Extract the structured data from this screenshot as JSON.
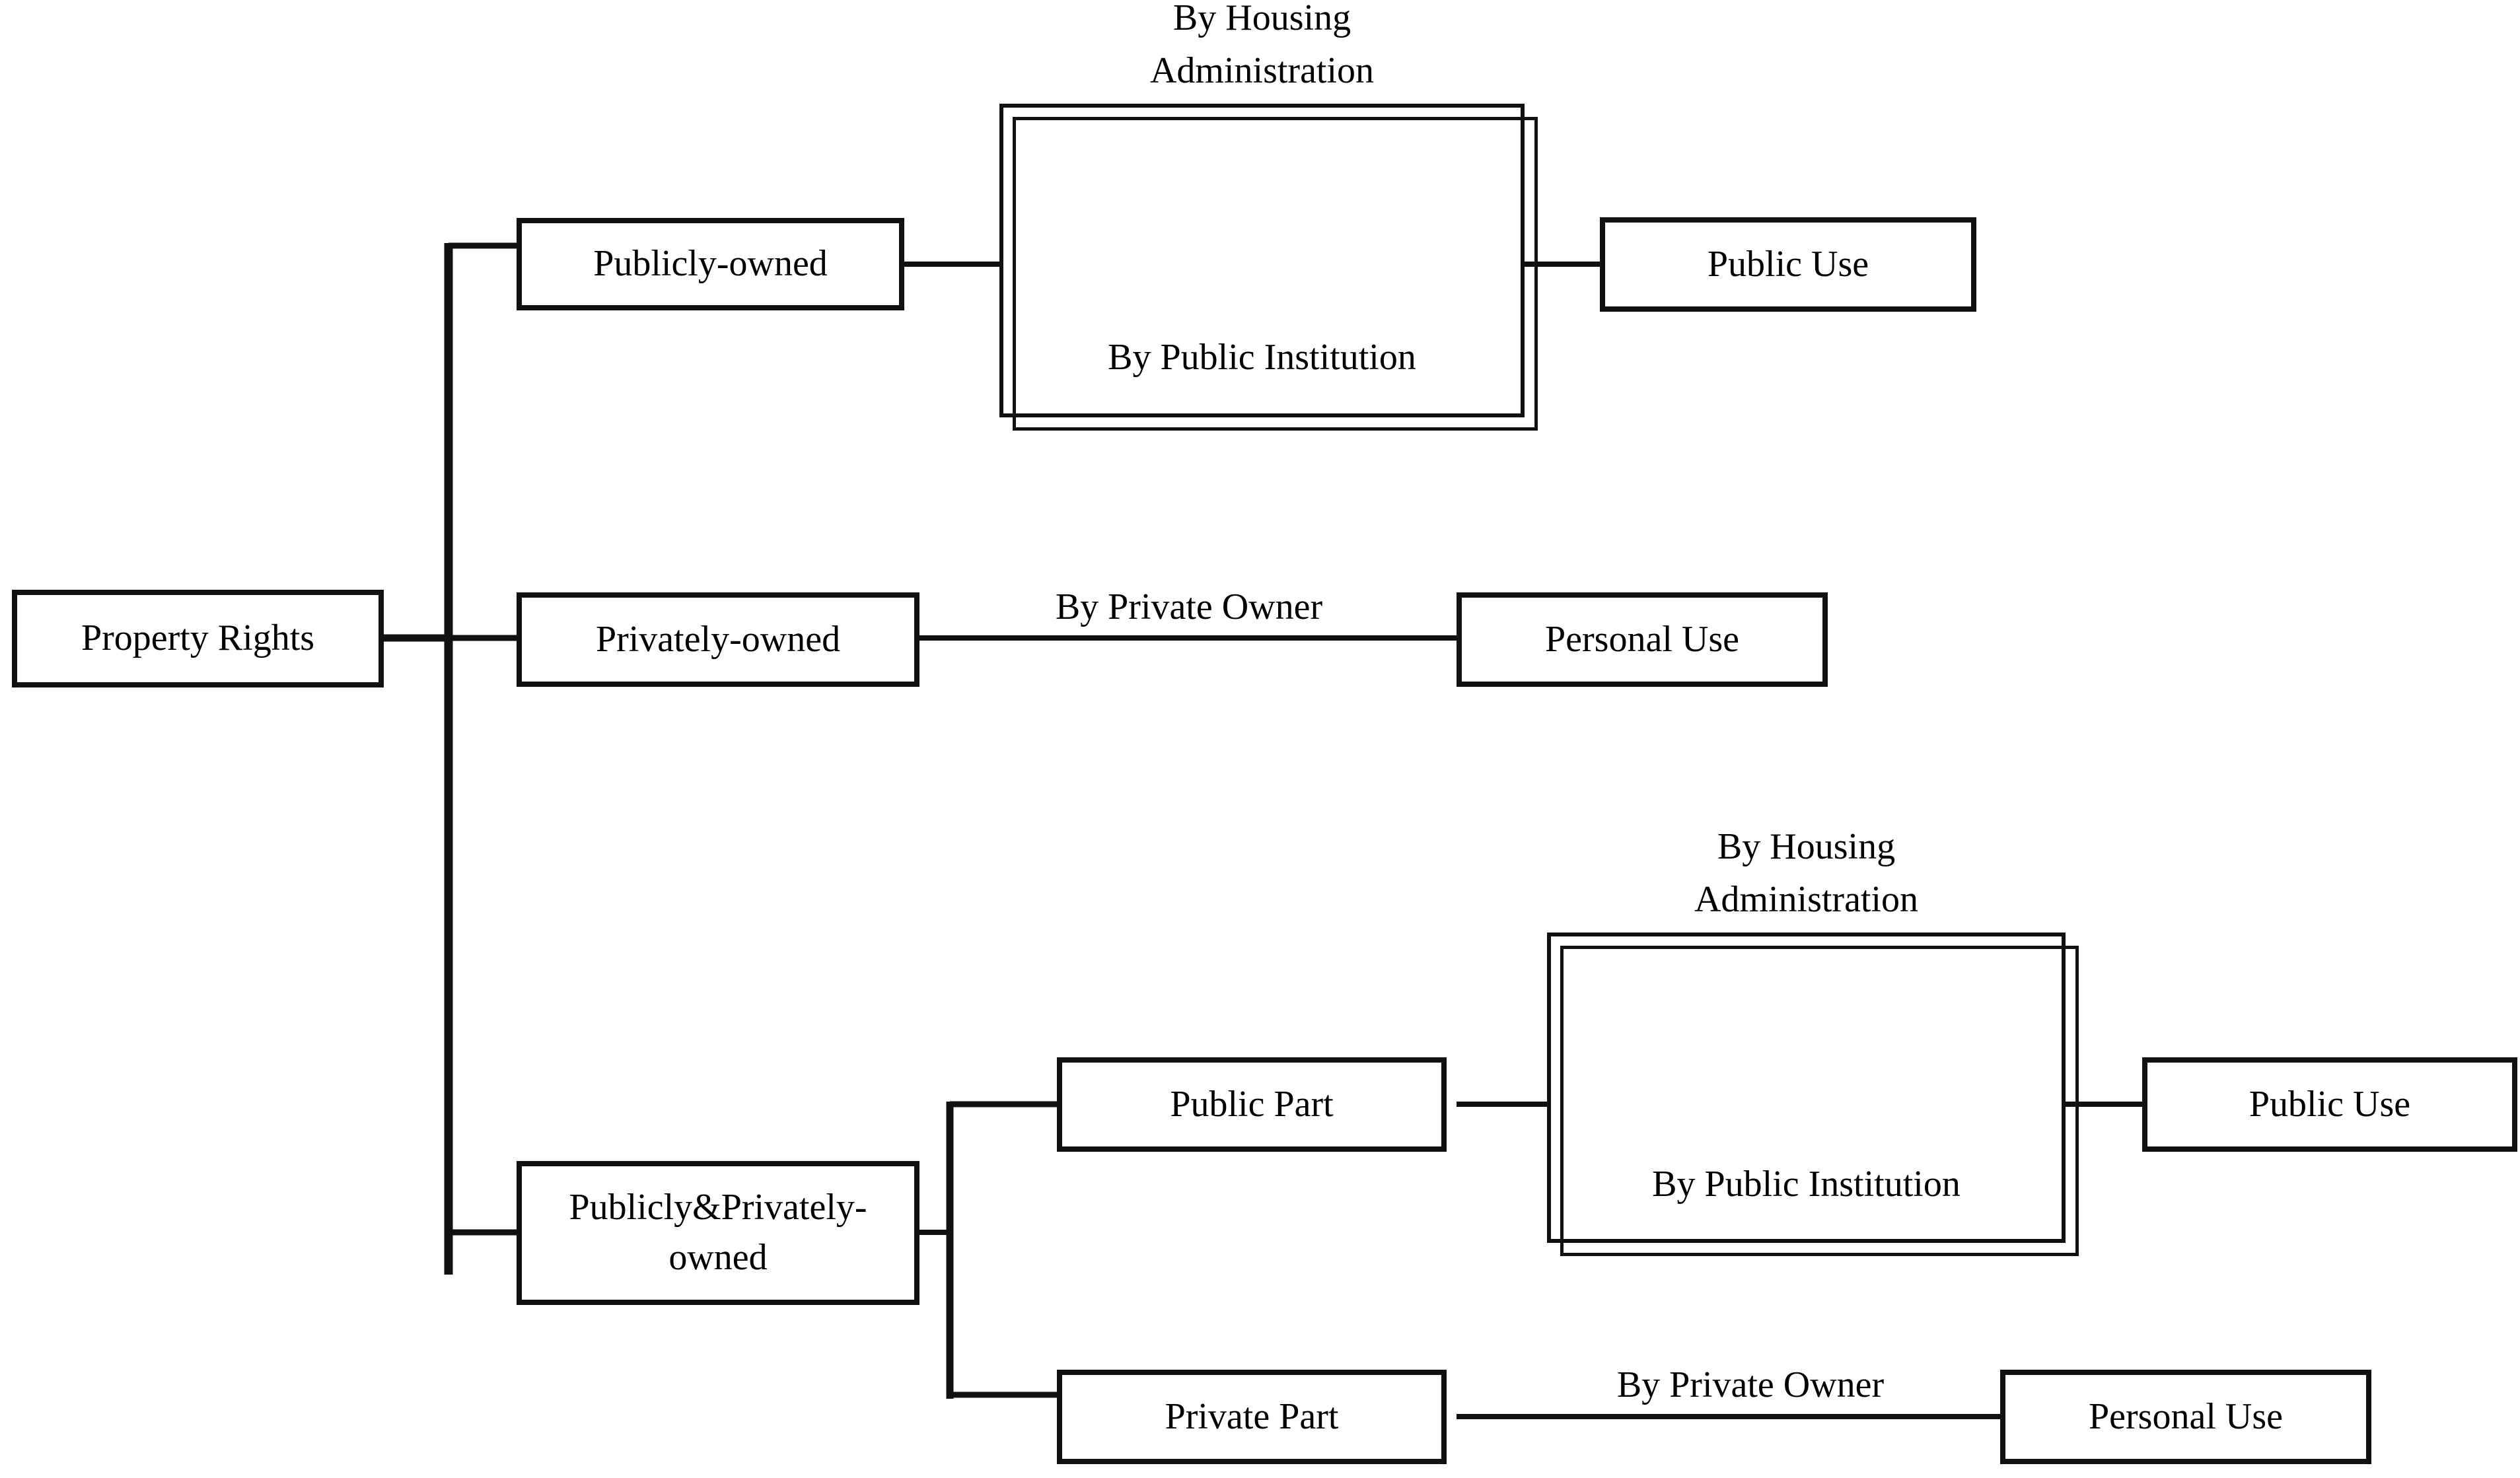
{
  "diagram": {
    "title": "Property Rights classification tree",
    "colors": {
      "stroke": "#111111",
      "background": "#ffffff",
      "text": "#000000"
    },
    "root": {
      "label": "Property Rights"
    },
    "branches": [
      {
        "id": "publicly-owned",
        "label": "Publicly-owned",
        "manager_top_label": "By Housing\nAdministration",
        "manager_bottom_label": "By Public Institution",
        "outcome": "Public Use"
      },
      {
        "id": "privately-owned",
        "label": "Privately-owned",
        "edge_label": "By Private Owner",
        "outcome": "Personal Use"
      },
      {
        "id": "publicly-privately-owned",
        "label": "Publicly&Privately-owned",
        "children": [
          {
            "id": "public-part",
            "label": "Public Part",
            "manager_top_label": "By Housing\nAdministration",
            "manager_bottom_label": "By Public Institution",
            "outcome": "Public Use"
          },
          {
            "id": "private-part",
            "label": "Private Part",
            "edge_label": "By Private Owner",
            "outcome": "Personal Use"
          }
        ]
      }
    ]
  }
}
